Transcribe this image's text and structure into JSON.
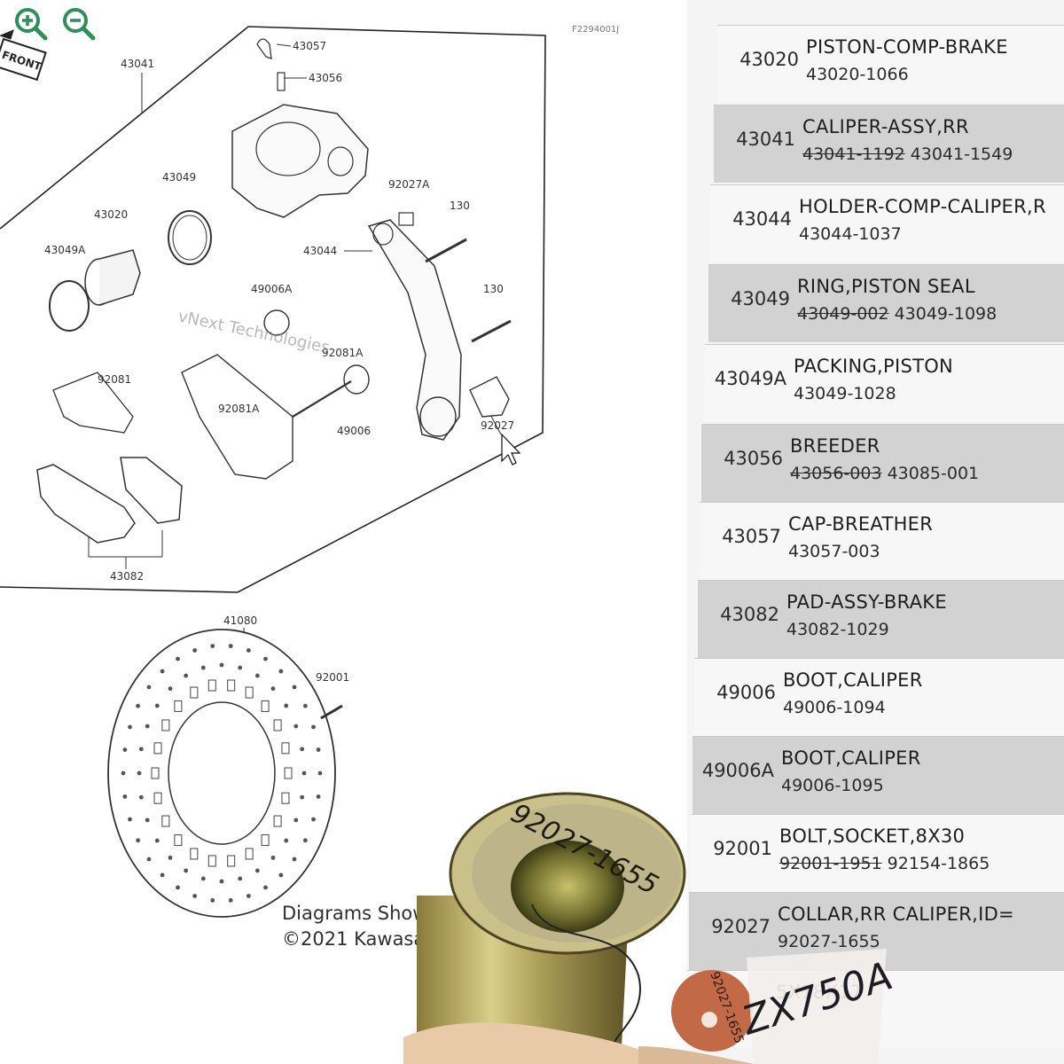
{
  "diagram": {
    "ref_code": "F2294001J",
    "front_label": "FRONT",
    "watermark": "vNext Technologies",
    "callouts": {
      "c43057": "43057",
      "c43056": "43056",
      "c43041": "43041",
      "c43049": "43049",
      "c92027A": "92027A",
      "c130a": "130",
      "c43020": "43020",
      "c43049A": "43049A",
      "c43044": "43044",
      "c49006A": "49006A",
      "c130b": "130",
      "c92081A_a": "92081A",
      "c92081": "92081",
      "c92081A_b": "92081A",
      "c49006": "49006",
      "c92027": "92027",
      "c43082": "43082",
      "c41080": "41080",
      "c92001": "92001"
    },
    "caption": "Diagrams Shown",
    "copyright": "©2021 Kawasaki"
  },
  "parts": [
    {
      "ref": "43020",
      "desc": "PISTON-COMP-BRAKE",
      "old": "",
      "part": "43020-1066"
    },
    {
      "ref": "43041",
      "desc": "CALIPER-ASSY,RR",
      "old": "43041-1192",
      "part": "43041-1549"
    },
    {
      "ref": "43044",
      "desc": "HOLDER-COMP-CALIPER,R",
      "old": "",
      "part": "43044-1037"
    },
    {
      "ref": "43049",
      "desc": "RING,PISTON SEAL",
      "old": "43049-002",
      "part": "43049-1098"
    },
    {
      "ref": "43049A",
      "desc": "PACKING,PISTON",
      "old": "",
      "part": "43049-1028"
    },
    {
      "ref": "43056",
      "desc": "BREEDER",
      "old": "43056-003",
      "part": "43085-001"
    },
    {
      "ref": "43057",
      "desc": "CAP-BREATHER",
      "old": "",
      "part": "43057-003"
    },
    {
      "ref": "43082",
      "desc": "PAD-ASSY-BRAKE",
      "old": "",
      "part": "43082-1029"
    },
    {
      "ref": "49006",
      "desc": "BOOT,CALIPER",
      "old": "",
      "part": "49006-1094"
    },
    {
      "ref": "49006A",
      "desc": "BOOT,CALIPER",
      "old": "",
      "part": "49006-1095"
    },
    {
      "ref": "92001",
      "desc": "BOLT,SOCKET,8X30",
      "old": "92001-1951",
      "part": "92154-1865"
    },
    {
      "ref": "92027",
      "desc": "COLLAR,RR CALIPER,ID=",
      "old": "",
      "part": "92027-1655"
    },
    {
      "ref": "",
      "desc": "5X18X17",
      "old": "",
      "part": ""
    }
  ],
  "physical": {
    "collar_marking": "92027-1655",
    "tag_marking": "92027-1655",
    "handwriting": "ZX750A"
  }
}
